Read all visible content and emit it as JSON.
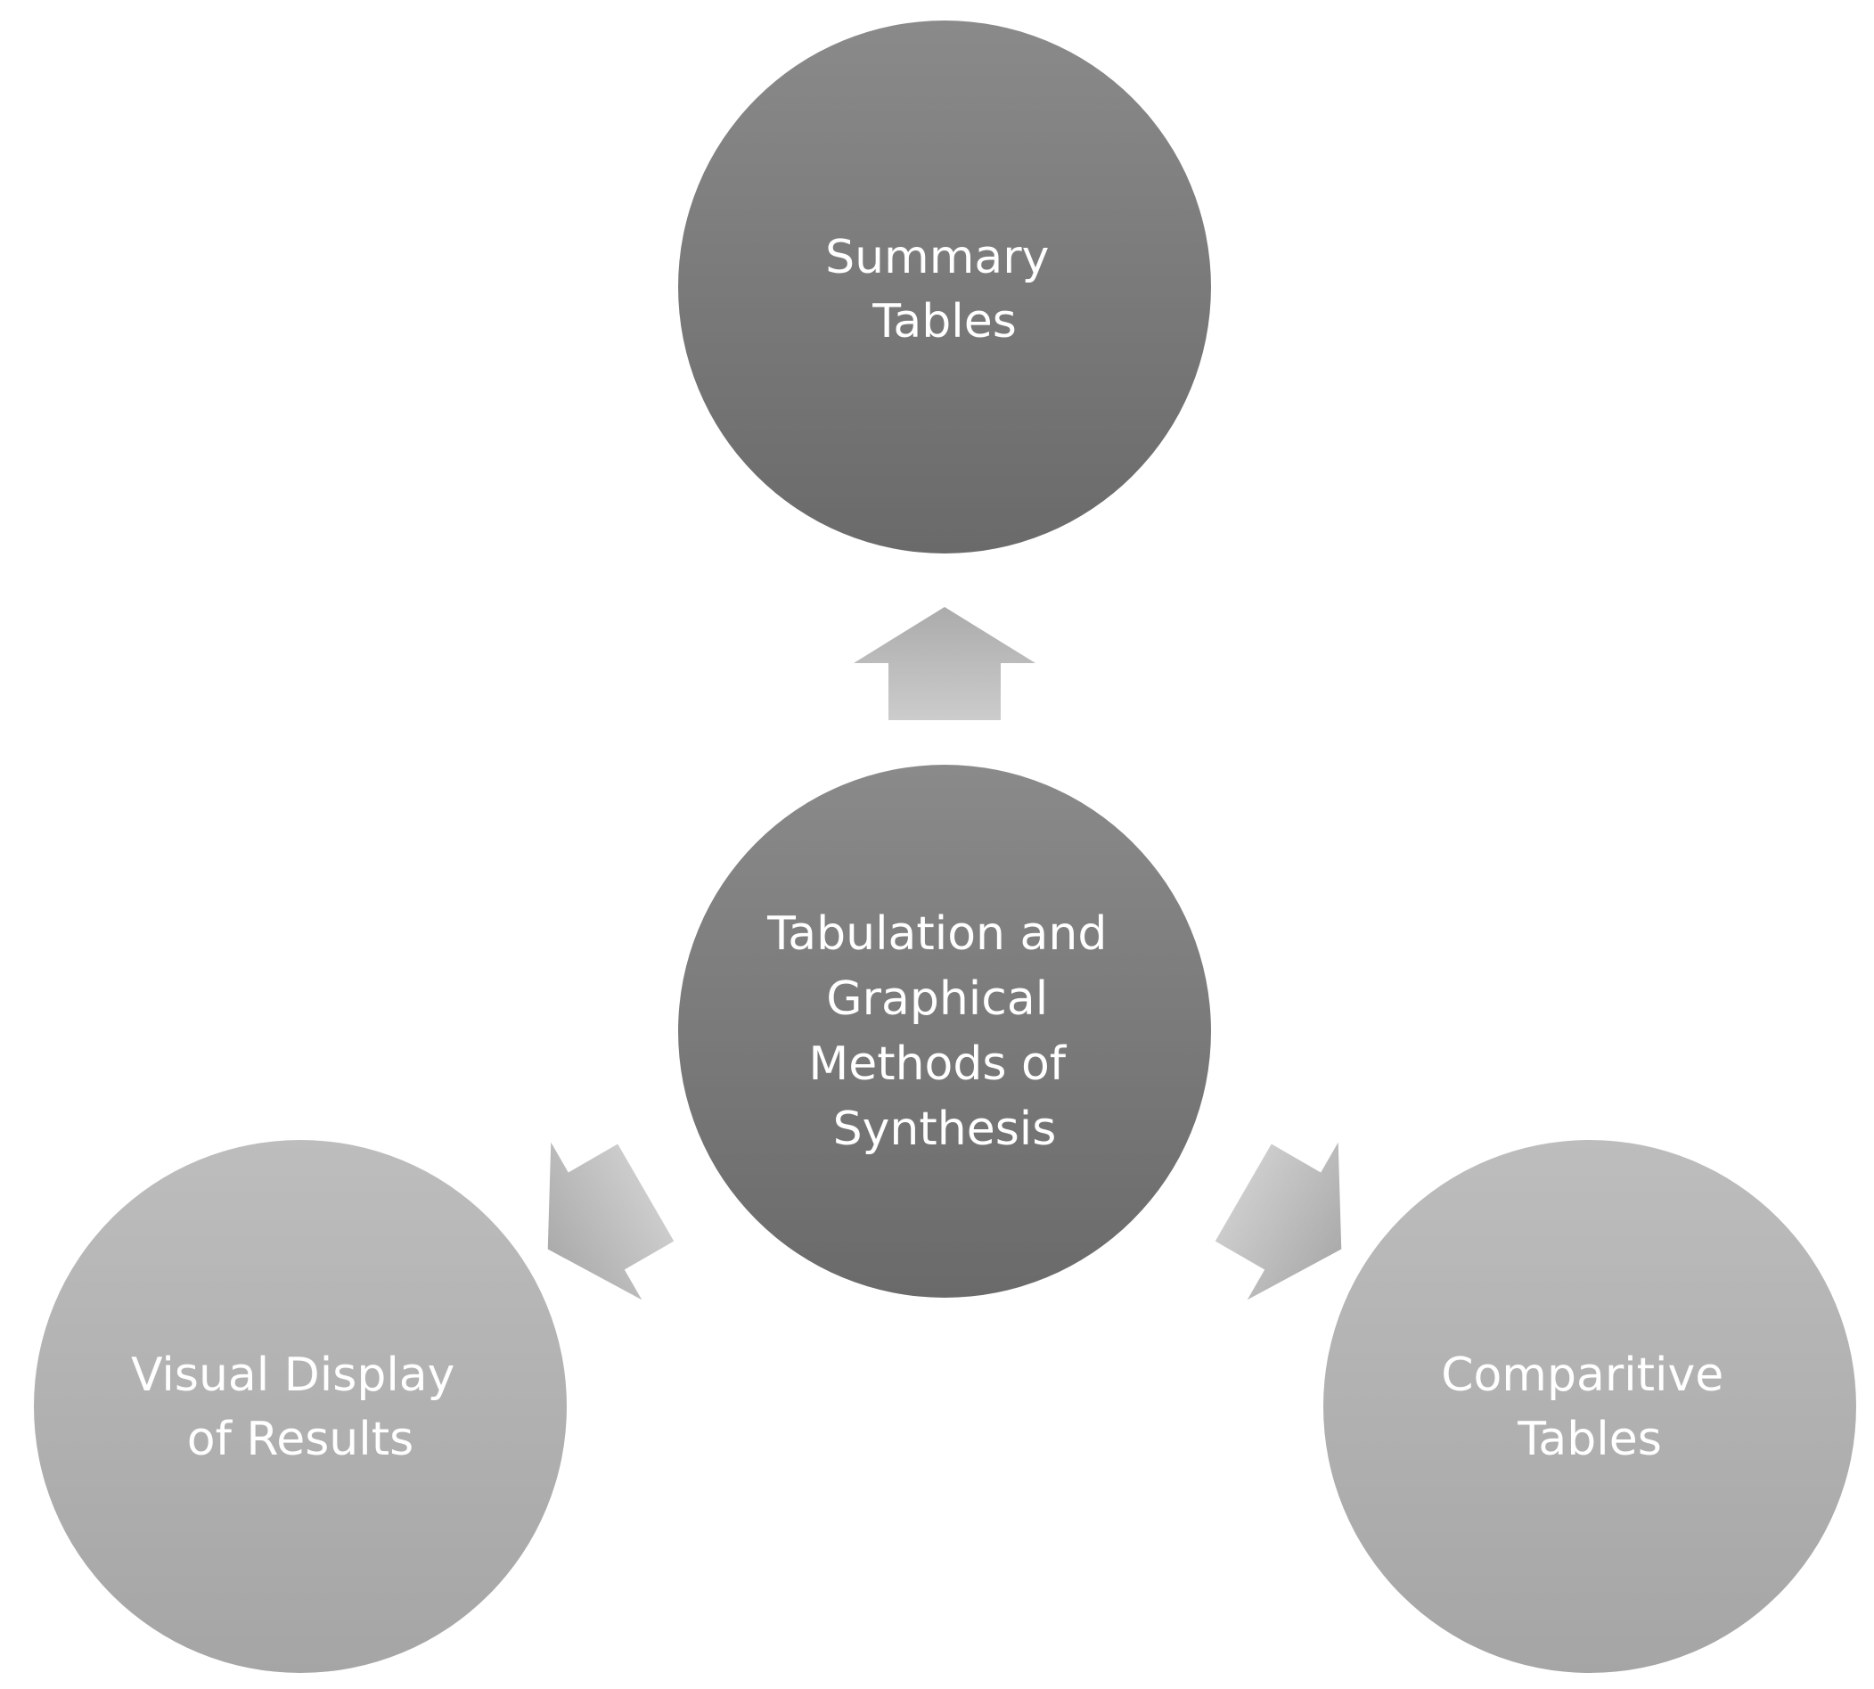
{
  "diagram": {
    "center": {
      "lines": [
        "Tabulation and",
        "Graphical",
        "Methods of",
        "Synthesis"
      ]
    },
    "top": {
      "lines": [
        "Summary",
        "Tables"
      ]
    },
    "left": {
      "lines": [
        "Visual Display",
        "of Results"
      ]
    },
    "right": {
      "lines": [
        "Comparitive",
        "Tables"
      ]
    }
  },
  "colors": {
    "dark_circle_top": "#8a8a8a",
    "dark_circle_bottom": "#6a6a6a",
    "light_circle_top": "#bdbdbd",
    "light_circle_bottom": "#a5a5a5",
    "arrow_top": "#ababab",
    "arrow_bottom": "#cccccc"
  }
}
